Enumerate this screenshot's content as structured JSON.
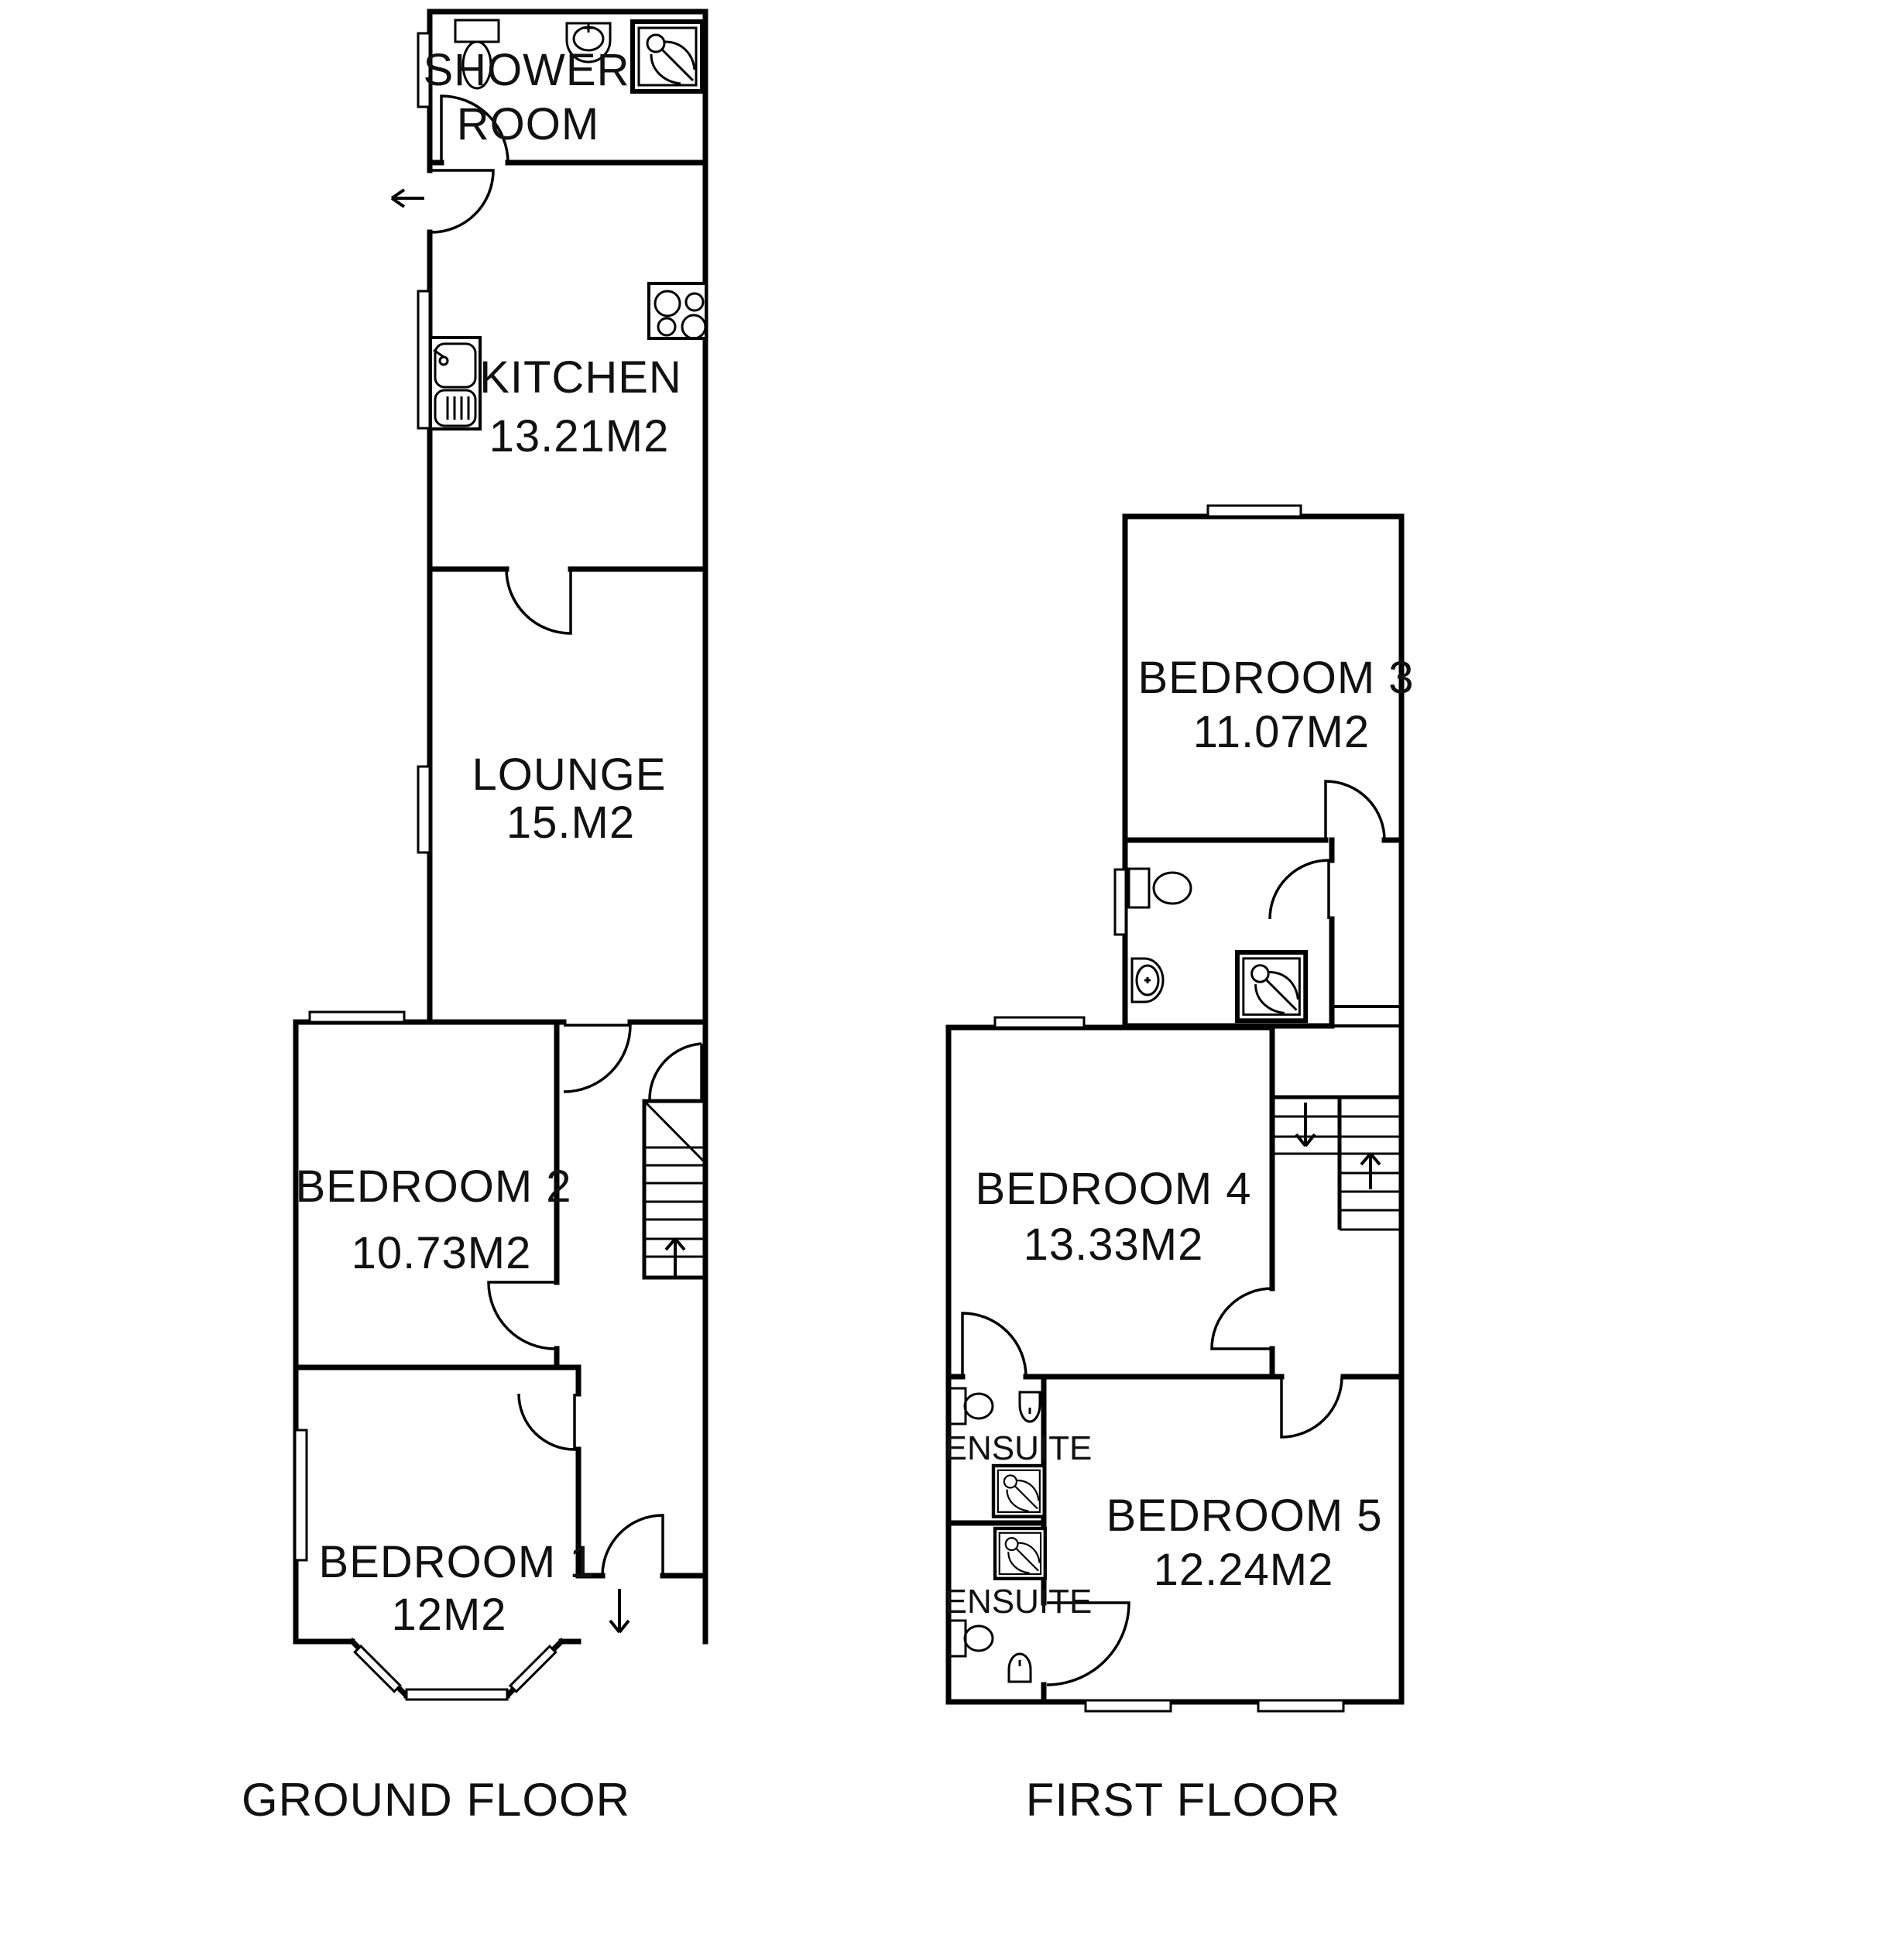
{
  "colors": {
    "line": "#000000",
    "background": "#ffffff",
    "text": "#111111"
  },
  "ground_floor": {
    "label": "GROUND FLOOR",
    "shower_room_line1": "SHOWER",
    "shower_room_line2": "ROOM",
    "kitchen_name": "KITCHEN",
    "kitchen_area": "13.21M2",
    "lounge_name": "LOUNGE",
    "lounge_area": "15.M2",
    "bedroom2_name": "BEDROOM 2",
    "bedroom2_area": "10.73M2",
    "bedroom1_name": "BEDROOM 1",
    "bedroom1_area": "12M2"
  },
  "first_floor": {
    "label": "FIRST FLOOR",
    "bedroom3_name": "BEDROOM 3",
    "bedroom3_area": "11.07M2",
    "bedroom4_name": "BEDROOM 4",
    "bedroom4_area": "13.33M2",
    "bedroom5_name": "BEDROOM 5",
    "bedroom5_area": "12.24M2",
    "ensuite_top_label": "ENSUITE",
    "ensuite_bottom_label": "ENSUITE"
  },
  "icons": [
    "toilet-icon",
    "sink-icon",
    "shower-tray-icon",
    "hob-icon",
    "kitchen-sink-icon",
    "stairs-up-arrow",
    "stairs-down-arrow",
    "exit-arrow",
    "entrance-arrow",
    "window",
    "door-arc"
  ]
}
